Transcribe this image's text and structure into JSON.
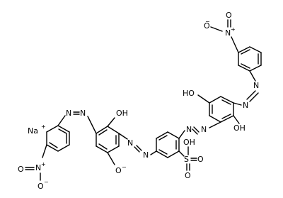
{
  "molecule": {
    "labels": {
      "na": "Na",
      "na_charge": "+",
      "o_minus": "O",
      "o_minus_charge": "−",
      "n": "N",
      "n_plus": "+",
      "o_minus_sm": "−",
      "o": "O",
      "oh": "OH",
      "ho": "HO",
      "s": "S"
    }
  }
}
